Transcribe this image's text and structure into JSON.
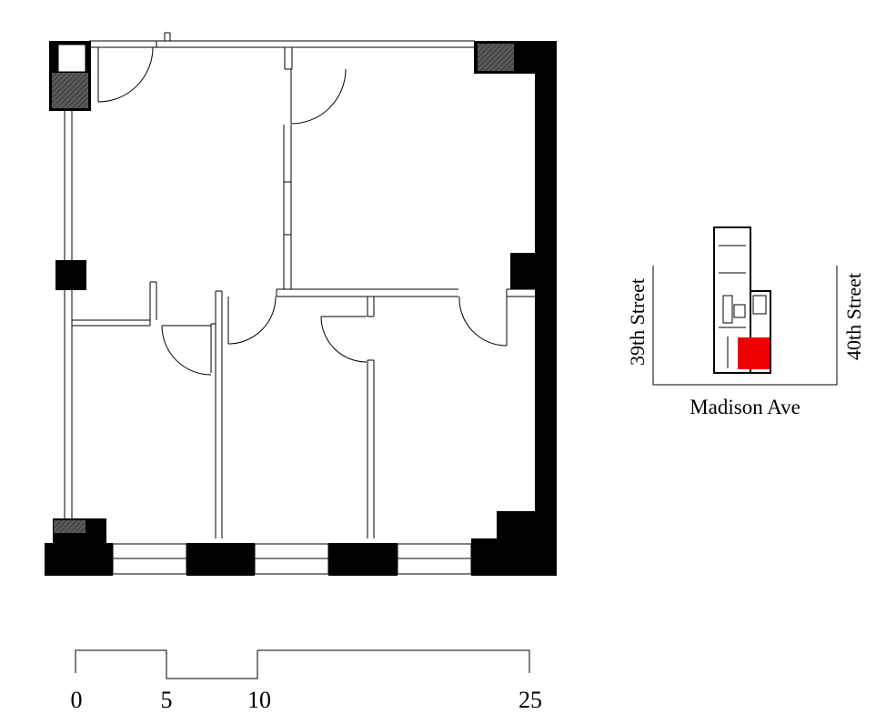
{
  "scale_bar": {
    "ticks": [
      "0",
      "5",
      "10",
      "25"
    ]
  },
  "key_map": {
    "street_left": "39th Street",
    "street_right": "40th Street",
    "street_bottom": "Madison Ave",
    "highlight_color": "#ee0000"
  },
  "colors": {
    "wall": "#000000",
    "shaft_hatch": "#555555",
    "line": "#000000"
  }
}
